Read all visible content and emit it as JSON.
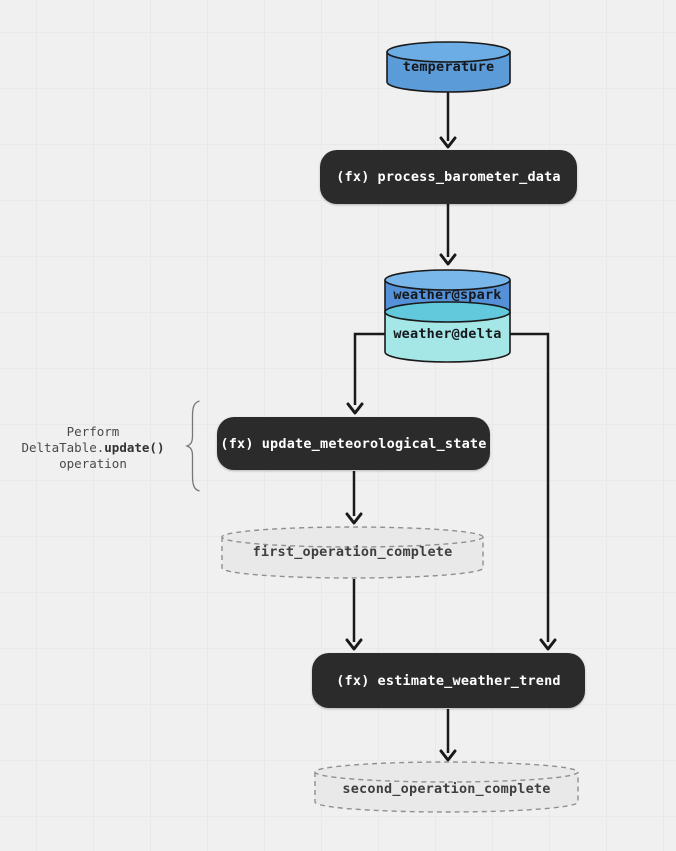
{
  "diagram": {
    "kind": "flowchart",
    "direction": "top-down"
  },
  "colors": {
    "background": "#f0f0f0",
    "grid_line": "#e9e9e9",
    "function_node_bg": "#2b2b2b",
    "function_node_text": "#ffffff",
    "temperature_body": "#5b9bd8",
    "temperature_top": "#6bade4",
    "spark_body": "#5491d8",
    "spark_top": "#79b6e9",
    "delta_body": "#a5e6e6",
    "delta_top": "#62c9dc",
    "milestone_fill": "#e9e9e9",
    "milestone_border": "#909090",
    "edge": "#1a1a1a"
  },
  "nodes": {
    "temperature": {
      "kind": "datastore",
      "label": "temperature"
    },
    "process_barometer_data": {
      "kind": "function",
      "prefix": "(fx)",
      "label": "process_barometer_data"
    },
    "weather_spark": {
      "kind": "datastore",
      "label": "weather@spark"
    },
    "weather_delta": {
      "kind": "datastore",
      "label": "weather@delta"
    },
    "update_meteorological_state": {
      "kind": "function",
      "prefix": "(fx)",
      "label": "update_meteorological_state"
    },
    "first_operation_complete": {
      "kind": "milestone",
      "label": "first_operation_complete"
    },
    "estimate_weather_trend": {
      "kind": "function",
      "prefix": "(fx)",
      "label": "estimate_weather_trend"
    },
    "second_operation_complete": {
      "kind": "milestone",
      "label": "second_operation_complete"
    }
  },
  "edges": [
    {
      "from": "temperature",
      "to": "process_barometer_data"
    },
    {
      "from": "process_barometer_data",
      "to": "weather_spark"
    },
    {
      "from": "weather_delta",
      "to": "update_meteorological_state"
    },
    {
      "from": "weather_delta",
      "to": "estimate_weather_trend"
    },
    {
      "from": "update_meteorological_state",
      "to": "first_operation_complete"
    },
    {
      "from": "first_operation_complete",
      "to": "estimate_weather_trend"
    },
    {
      "from": "estimate_weather_trend",
      "to": "second_operation_complete"
    }
  ],
  "annotation": {
    "line1": "Perform",
    "line2_plain": "DeltaTable.",
    "line2_bold": "update()",
    "line3": "operation",
    "target": "update_meteorological_state"
  }
}
